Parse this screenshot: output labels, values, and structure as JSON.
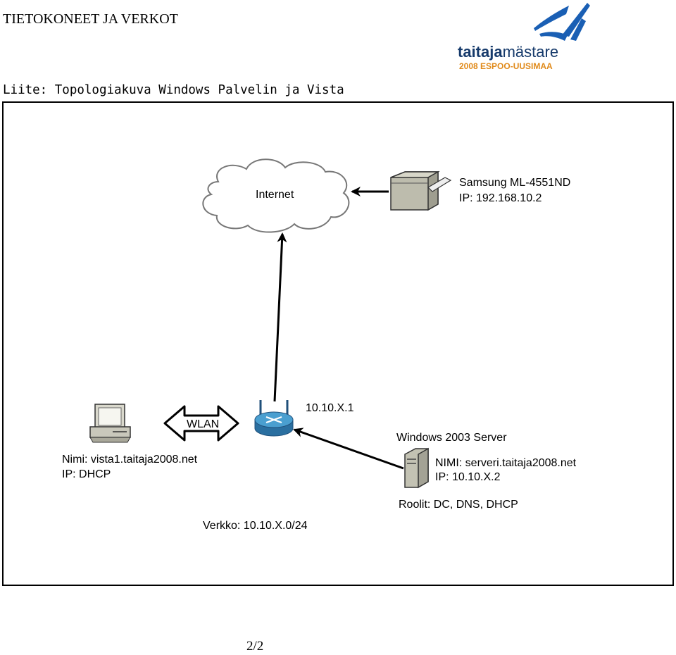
{
  "header": {
    "title": "TIETOKONEET JA VERKOT"
  },
  "subtitle": "Liite:  Topologiakuva Windows Palvelin ja Vista",
  "logo": {
    "name": "taitajamästare",
    "name_bold": "taitaja",
    "name_rest": "mästare",
    "tagline": "2008 ESPOO-UUSIMAA",
    "colors": {
      "blue": "#1a5fb4",
      "orange": "#e08a1a"
    }
  },
  "diagram": {
    "internet_label": "Internet",
    "printer": {
      "name": "Samsung ML-4551ND",
      "ip": "IP: 192.168.10.2"
    },
    "router": {
      "ip": "10.10.X.1"
    },
    "wlan_label": "WLAN",
    "client": {
      "name": "Nimi: vista1.taitaja2008.net",
      "ip": "IP: DHCP"
    },
    "server": {
      "title": "Windows 2003 Server",
      "name": "NIMI: serveri.taitaja2008.net",
      "ip": "IP: 10.10.X.2",
      "roles": "Roolit: DC, DNS, DHCP"
    },
    "network": "Verkko: 10.10.X.0/24"
  },
  "footer": {
    "page": "2/2"
  }
}
